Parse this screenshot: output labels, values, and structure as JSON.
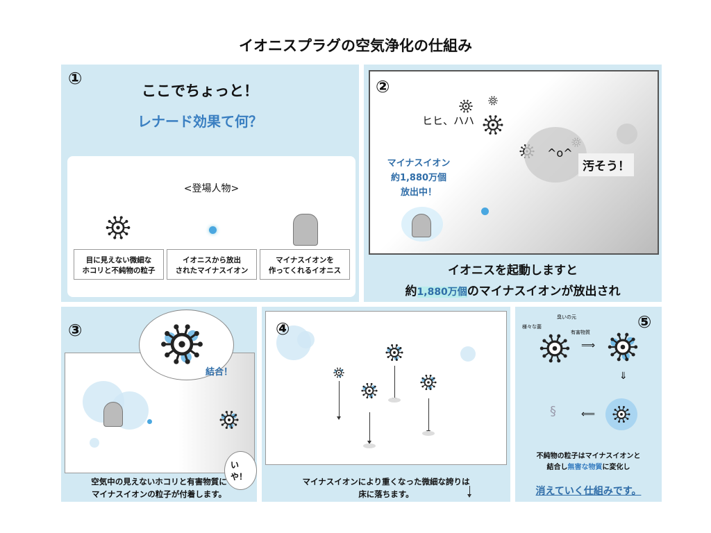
{
  "title": "イオニスプラグの空気浄化の仕組み",
  "panel1": {
    "number": "①",
    "heading": "ここでちょっと！",
    "subheading": "レナード効果て何？",
    "characters_title": "<登場人物>",
    "boxes": [
      {
        "line1": "目に見えない微細な",
        "line2": "ホコリと不純物の粒子"
      },
      {
        "line1": "イオニスから放出",
        "line2": "されたマイナスイオン"
      },
      {
        "line1": "マイナスイオンを",
        "line2": "作ってくれるイオニス"
      }
    ]
  },
  "panel2": {
    "number": "②",
    "sneeze": "ヒヒ、ハハ",
    "dirty": "汚そう！",
    "ion_line1": "マイナスイオン",
    "ion_line2": "約1,880万個",
    "ion_line3": "放出中！",
    "caption_line1": "イオニスを起動しますと",
    "caption_pre": "約",
    "caption_highlight": "1,880万個",
    "caption_post": "のマイナスイオンが放出され"
  },
  "panel3": {
    "number": "③",
    "bond": "結合！",
    "no": "いや！",
    "caption_line1": "空気中の見えないホコリと有害物質に",
    "caption_line2": "マイナスイオンの粒子が付着します。"
  },
  "panel4": {
    "number": "④",
    "caption_line1": "マイナスイオンにより重くなった微細な誇りは",
    "caption_line2": "床に落ちます。"
  },
  "panel5": {
    "number": "⑤",
    "label_smell": "臭いの元",
    "label_germs": "様々な菌",
    "label_harmful": "有害物質",
    "caption_line1": "不純物の粒子はマイナスイオンと",
    "caption_line2_a": "結合し",
    "caption_line2_b": "無害な物質",
    "caption_line2_c": "に変化し",
    "caption_line3": "消えていく仕組みです。"
  },
  "colors": {
    "panel_bg": "#d2e9f3",
    "accent_blue": "#3a7fc1",
    "ion_blue": "#4aa7e0",
    "highlight": "#b8ecec"
  }
}
